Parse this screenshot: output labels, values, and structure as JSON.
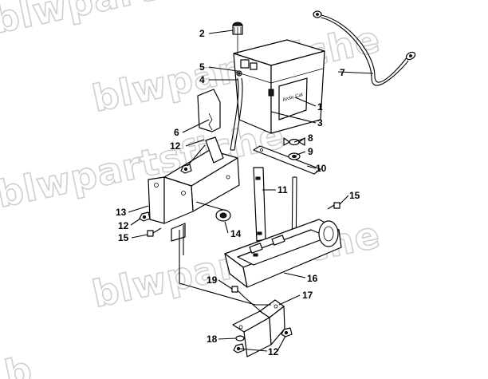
{
  "watermark": {
    "line1": "blwpartsfiche",
    "line2": "blwpartsfiche",
    "line3": "blwpartsfiche",
    "line4": "blwpartsfiche",
    "line5": "b",
    "color": "#cfcfcf"
  },
  "callouts": {
    "c1": "1",
    "c2": "2",
    "c3": "3",
    "c4": "4",
    "c5": "5",
    "c6": "6",
    "c7": "7",
    "c8": "8",
    "c9": "9",
    "c10": "10",
    "c11": "11",
    "c12a": "12",
    "c12b": "12",
    "c12c": "12",
    "c13": "13",
    "c14": "14",
    "c15a": "15",
    "c15b": "15",
    "c16": "16",
    "c17": "17",
    "c18": "18",
    "c19": "19"
  },
  "battery_label": "Arctic Cat"
}
